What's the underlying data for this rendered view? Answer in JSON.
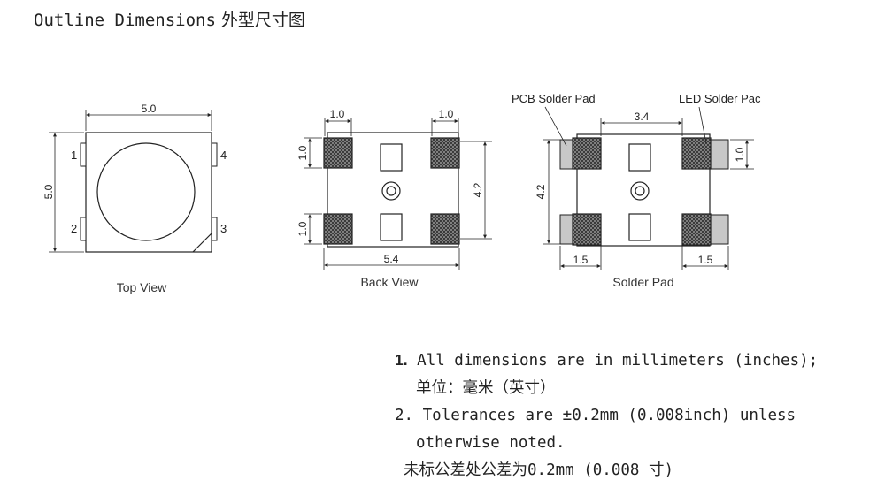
{
  "heading": {
    "en": "Outline Dimensions",
    "zh": "外型尺寸图"
  },
  "drawings": {
    "top_view": {
      "caption": "Top View",
      "width_dim": "5.0",
      "height_dim": "5.0",
      "pins": [
        "1",
        "2",
        "3",
        "4"
      ]
    },
    "back_view": {
      "caption": "Back View",
      "pad_width_left": "1.0",
      "pad_width_right": "1.0",
      "pad_height_top": "1.0",
      "pad_height_bottom": "1.0",
      "height_dim": "4.2",
      "width_dim": "5.4"
    },
    "solder_pad": {
      "caption": "Solder Pad",
      "label_pcb": "PCB Solder Pad",
      "label_led": "LED Solder Pac",
      "spacing_dim": "3.4",
      "height_dim": "4.2",
      "pad_height": "1.0",
      "pad_len_left": "1.5",
      "pad_len_right": "1.5"
    }
  },
  "notes": {
    "n1_number": "1.",
    "n1_text": "All dimensions are in millimeters (inches);",
    "n1_zh": "单位：毫米（英寸）",
    "n2_number": "2.",
    "n2_text": "Tolerances are ±0.2mm  (0.008inch) unless",
    "n2_cont": "otherwise noted.",
    "n2_zh": "未标公差处公差为0.2mm (0.008 寸)"
  }
}
